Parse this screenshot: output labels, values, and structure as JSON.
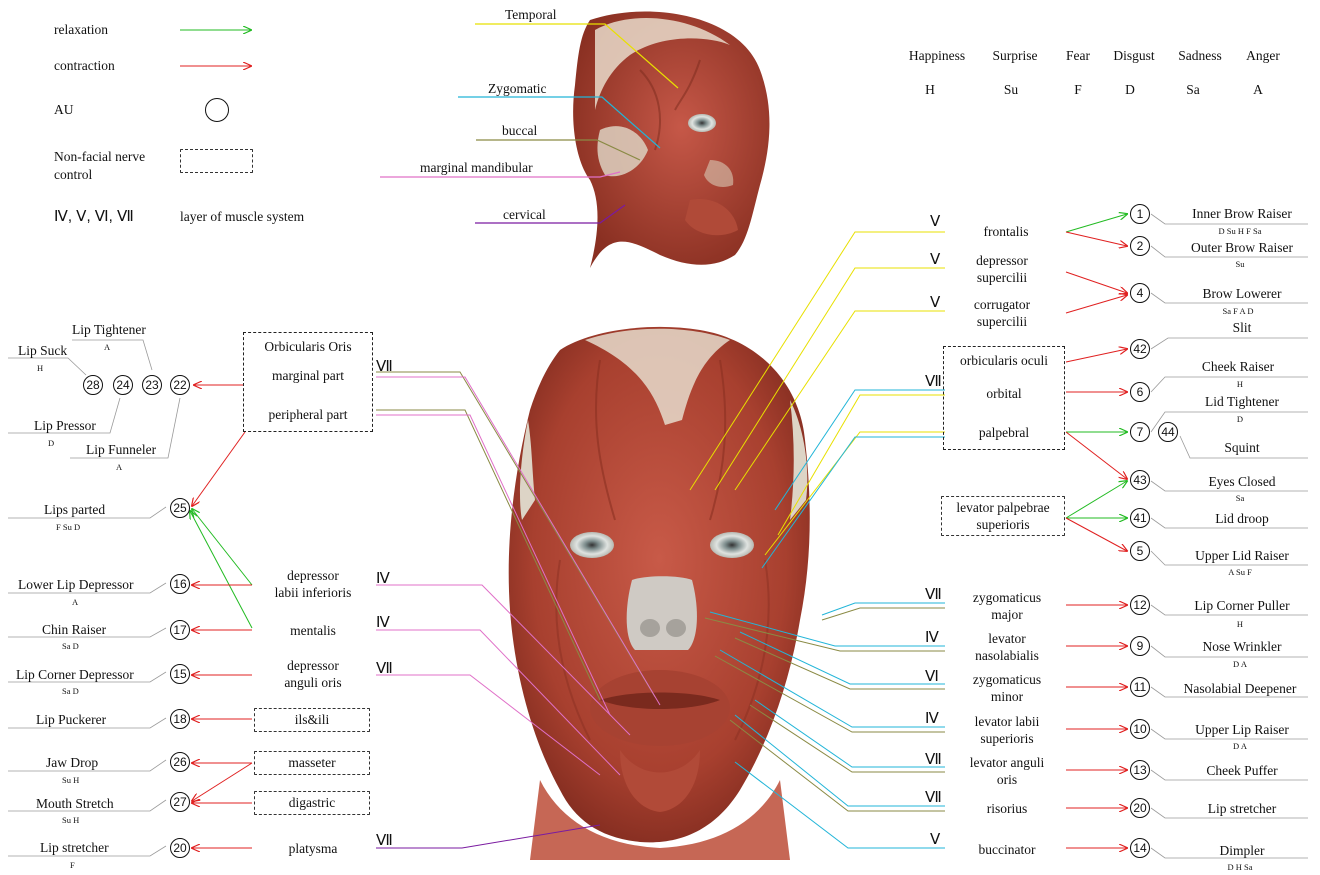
{
  "legend": {
    "relaxation": "relaxation",
    "contraction": "contraction",
    "au": "AU",
    "non_facial": "Non-facial nerve\ncontrol",
    "layer_numerals": "Ⅳ, Ⅴ, Ⅵ, Ⅶ",
    "layer_text": "layer of muscle system",
    "relax_color": "#22bb22",
    "contract_color": "#e02020"
  },
  "emotions": [
    {
      "name": "Happiness",
      "abbr": "H"
    },
    {
      "name": "Surprise",
      "abbr": "Su"
    },
    {
      "name": "Fear",
      "abbr": "F"
    },
    {
      "name": "Disgust",
      "abbr": "D"
    },
    {
      "name": "Sadness",
      "abbr": "Sa"
    },
    {
      "name": "Anger",
      "abbr": "A"
    }
  ],
  "nerves": [
    {
      "name": "Temporal",
      "color": "#e8e000"
    },
    {
      "name": "Zygomatic",
      "color": "#22b5d8"
    },
    {
      "name": "buccal",
      "color": "#8a8a44"
    },
    {
      "name": "marginal mandibular",
      "color": "#e070c8"
    },
    {
      "name": "cervical",
      "color": "#7a1aa0"
    }
  ],
  "orbicularis_oris": {
    "title": "Orbicularis Oris",
    "marginal": "marginal part",
    "peripheral": "peripheral part"
  },
  "left_muscles": {
    "depressor_labii": "depressor\nlabii inferioris",
    "mentalis": "mentalis",
    "depressor_anguli": "depressor\nanguli oris",
    "ils_ili": "ils&ili",
    "masseter": "masseter",
    "digastric": "digastric",
    "platysma": "platysma"
  },
  "left_roman": {
    "r1": "Ⅶ",
    "r2": "Ⅳ",
    "r3": "Ⅳ",
    "r4": "Ⅶ",
    "r5": "Ⅶ"
  },
  "left_aus": {
    "lip_tightener": {
      "label": "Lip Tightener",
      "emo": "A",
      "num": "23"
    },
    "lip_suck": {
      "label": "Lip Suck",
      "emo": "H",
      "num": "28"
    },
    "lip_pressor": {
      "label": "Lip Pressor",
      "emo": "D",
      "num": "24"
    },
    "lip_funneler": {
      "label": "Lip Funneler",
      "emo": "A",
      "num": "22"
    },
    "lips_parted": {
      "label": "Lips parted",
      "emo": "F  Su  D",
      "num": "25"
    },
    "lower_lip_depressor": {
      "label": "Lower Lip Depressor",
      "emo": "A",
      "num": "16"
    },
    "chin_raiser": {
      "label": "Chin Raiser",
      "emo": "Sa  D",
      "num": "17"
    },
    "lip_corner_depressor": {
      "label": "Lip Corner Depressor",
      "emo": "Sa  D",
      "num": "15"
    },
    "lip_puckerer": {
      "label": "Lip Puckerer",
      "emo": "",
      "num": "18"
    },
    "jaw_drop": {
      "label": "Jaw Drop",
      "emo": "Su  H",
      "num": "26"
    },
    "mouth_stretch": {
      "label": "Mouth Stretch",
      "emo": "Su  H",
      "num": "27"
    },
    "lip_stretcher": {
      "label": "Lip stretcher",
      "emo": "F",
      "num": "20"
    }
  },
  "right_muscles": {
    "frontalis": "frontalis",
    "depressor_supercilii": "depressor\nsupercilii",
    "corrugator_supercilii": "corrugator\nsupercilii",
    "orbicularis_oculi": "orbicularis oculi",
    "orbital": "orbital",
    "palpebral": "palpebral",
    "levator_palpebrae": "levator palpebrae\nsuperioris",
    "zygomaticus_major": "zygomaticus\nmajor",
    "levator_nasolabialis": "levator\nnasolabialis",
    "zygomaticus_minor": "zygomaticus\nminor",
    "levator_labii": "levator labii\nsuperioris",
    "levator_anguli": "levator anguli\noris",
    "risorius": "risorius",
    "buccinator": "buccinator"
  },
  "right_roman": {
    "frontalis": "Ⅴ",
    "depressor": "Ⅴ",
    "corrugator": "Ⅴ",
    "orbicularis": "Ⅶ",
    "zyg_major": "Ⅶ",
    "lev_naso": "Ⅳ",
    "zyg_minor": "Ⅵ",
    "lev_labii": "Ⅳ",
    "lev_anguli": "Ⅶ",
    "risorius": "Ⅶ",
    "buccinator": "Ⅴ"
  },
  "right_aus": {
    "inner_brow": {
      "label": "Inner Brow Raiser",
      "emo": "D  Su  H  F  Sa",
      "num": "1"
    },
    "outer_brow": {
      "label": "Outer Brow Raiser",
      "emo": "Su",
      "num": "2"
    },
    "brow_lowerer": {
      "label": "Brow Lowerer",
      "emo": "Sa  F  A  D",
      "num": "4"
    },
    "slit": {
      "label": "Slit",
      "emo": "",
      "num": "42"
    },
    "cheek_raiser": {
      "label": "Cheek Raiser",
      "emo": "H",
      "num": "6"
    },
    "lid_tightener": {
      "label": "Lid Tightener",
      "emo": "D",
      "num": "7"
    },
    "squint": {
      "label": "Squint",
      "emo": "",
      "num": "44"
    },
    "eyes_closed": {
      "label": "Eyes Closed",
      "emo": "Sa",
      "num": "43"
    },
    "lid_droop": {
      "label": "Lid droop",
      "emo": "",
      "num": "41"
    },
    "upper_lid": {
      "label": "Upper Lid Raiser",
      "emo": "A  Su  F",
      "num": "5"
    },
    "lip_corner_puller": {
      "label": "Lip Corner Puller",
      "emo": "H",
      "num": "12"
    },
    "nose_wrinkler": {
      "label": "Nose Wrinkler",
      "emo": "D  A",
      "num": "9"
    },
    "nasolabial": {
      "label": "Nasolabial Deepener",
      "emo": "",
      "num": "11"
    },
    "upper_lip": {
      "label": "Upper Lip  Raiser",
      "emo": "D  A",
      "num": "10"
    },
    "cheek_puffer": {
      "label": "Cheek Puffer",
      "emo": "",
      "num": "13"
    },
    "lip_stretcher_r": {
      "label": "Lip stretcher",
      "emo": "",
      "num": "20"
    },
    "dimpler": {
      "label": "Dimpler",
      "emo": "D  H  Sa",
      "num": "14"
    }
  }
}
